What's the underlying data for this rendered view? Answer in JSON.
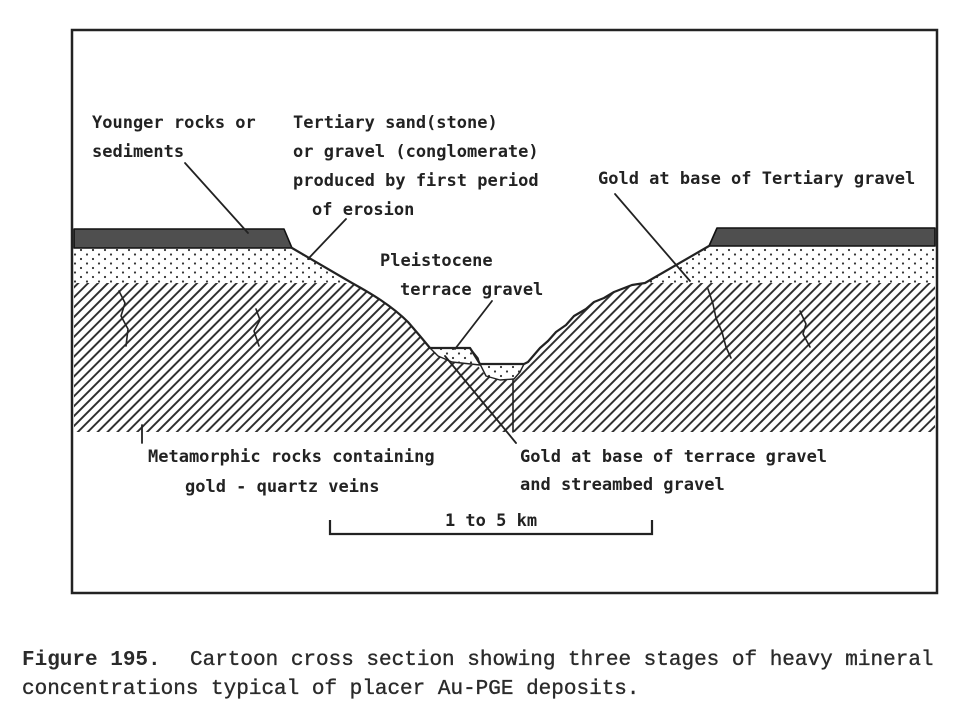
{
  "figure": {
    "labels": {
      "younger_rocks": [
        "Younger rocks or",
        "sediments"
      ],
      "tertiary_gravel": [
        "Tertiary sand(stone)",
        "or gravel (conglomerate)",
        "produced by first period",
        "of erosion"
      ],
      "gold_tertiary": [
        "Gold at base of Tertiary gravel"
      ],
      "pleistocene": [
        "Pleistocene",
        "terrace gravel"
      ],
      "metamorphic": [
        "Metamorphic rocks containing",
        "gold - quartz veins"
      ],
      "gold_terrace": [
        "Gold at base of terrace gravel",
        "and streambed gravel"
      ]
    },
    "scale_bar": {
      "label": "1 to 5 km"
    }
  },
  "caption": {
    "number": "Figure 195.",
    "line_1": "Cartoon cross section showing three stages of heavy mineral",
    "line_2": "concentrations typical of placer Au-PGE deposits."
  },
  "colors": {
    "ink": "#222222",
    "younger_rocks_band": "#4f4f4f",
    "paper": "#ffffff"
  }
}
